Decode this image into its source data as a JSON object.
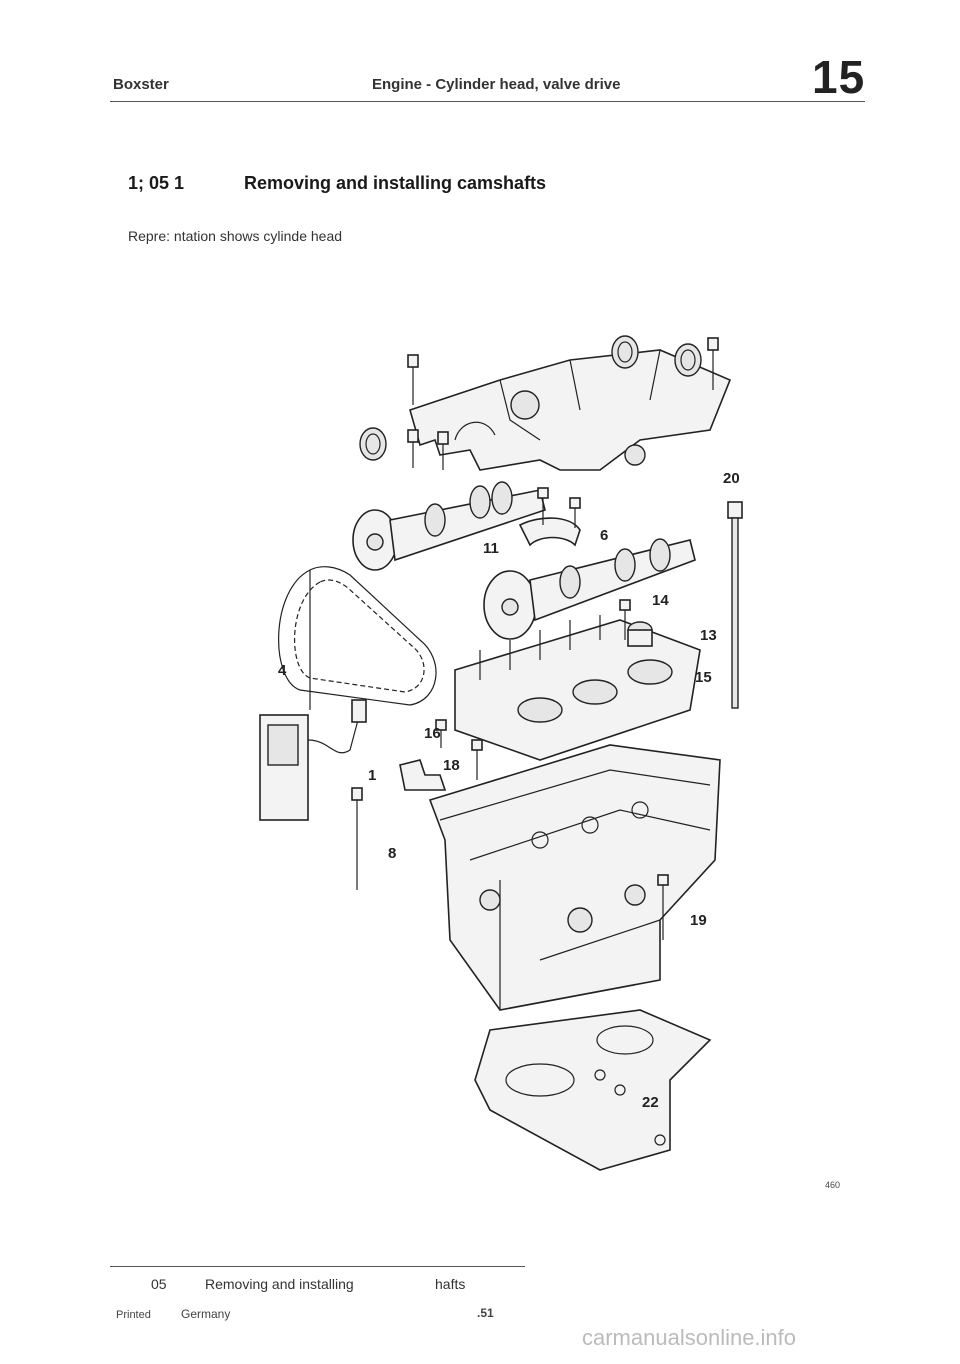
{
  "header": {
    "left": "Boxster",
    "middle": "Engine - Cylinder head, valve drive",
    "number": "15"
  },
  "title": {
    "code": "1; 05 1",
    "text": "Removing and installing camshafts"
  },
  "subtitle": "Repre: ntation shows cylinde head",
  "diagram": {
    "labels": {
      "l20": "20",
      "l6": "6",
      "l11": "11",
      "l14": "14",
      "l13": "13",
      "l4": "4",
      "l15": "15",
      "l16": "16",
      "l18": "18",
      "l1": "1",
      "l8": "8",
      "l19": "19",
      "l22": "22"
    }
  },
  "figure_id": "460",
  "footer": {
    "num": "05",
    "text1": "Removing and installing",
    "text2": "hafts",
    "printed": "Printed",
    "country": "Germany",
    "page": ".51"
  },
  "watermark": "carmanualsonline.info"
}
